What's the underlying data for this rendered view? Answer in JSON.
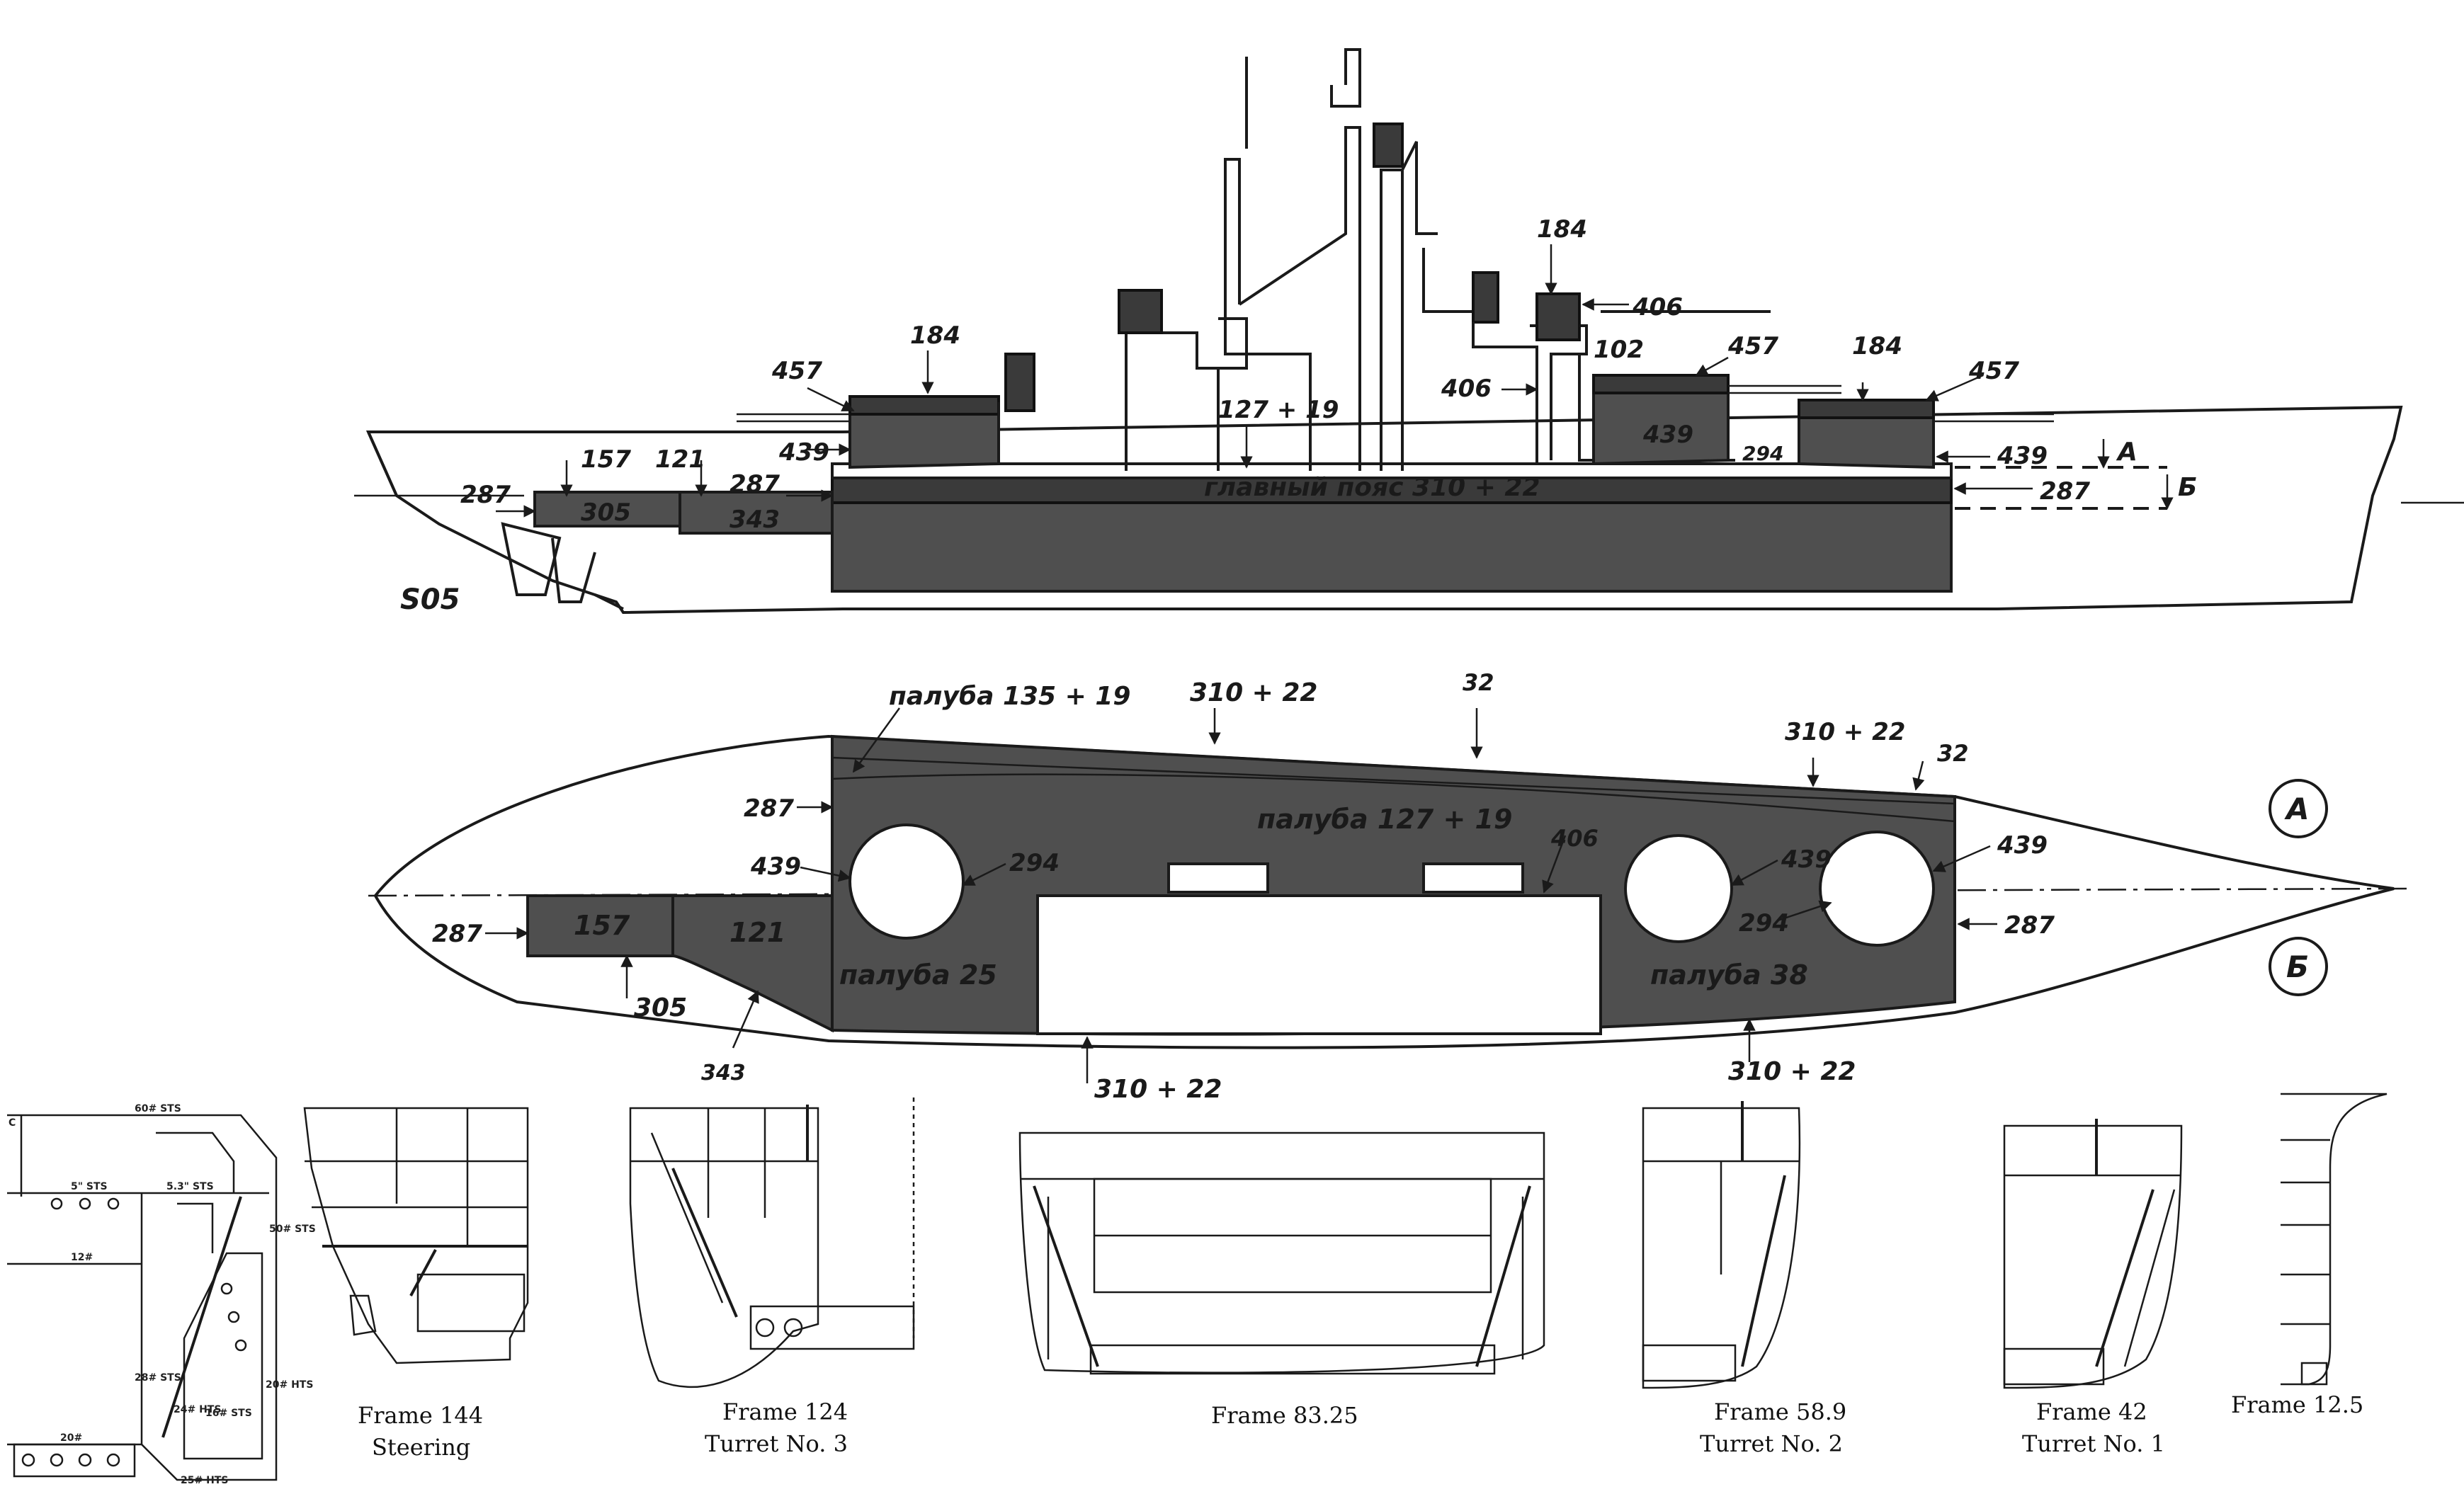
{
  "profile": {
    "belt_label": "главный пояс 310 + 22",
    "deck_label": "127 + 19",
    "callouts": {
      "l184a": "184",
      "l457a": "457",
      "l439a": "439",
      "l287a": "287",
      "l287b": "287",
      "l157": "157",
      "l121": "121",
      "l305": "305",
      "l343": "343",
      "l184b": "184",
      "l406a": "406",
      "l406b": "406",
      "l102": "102",
      "l457b": "457",
      "l439b": "439",
      "l184c": "184",
      "l457c": "457",
      "l294": "294",
      "l439c": "439",
      "l287c": "287",
      "lA": "А",
      "lB": "Б",
      "code": "S05"
    }
  },
  "plan": {
    "deck_upper": "палуба 135 + 19",
    "deck_main": "палуба 127 + 19",
    "deck_25": "палуба 25",
    "deck_38": "палуба 38",
    "callouts": {
      "t31022a": "310 + 22",
      "t32a": "32",
      "t31022b": "310 + 22",
      "t32b": "32",
      "t287a": "287",
      "t439a": "439",
      "t294a": "294",
      "t406": "406",
      "t439b": "439",
      "t439c": "439",
      "t294b": "294",
      "t287b": "287",
      "t287c": "287",
      "t157": "157",
      "t121": "121",
      "t305": "305",
      "t343": "343",
      "t31022c": "310 + 22",
      "t31022d": "310 + 22"
    },
    "circleA": "А",
    "circleB": "Б"
  },
  "sections": {
    "s1": {
      "labels": [
        "60# STS",
        "5\" STS",
        "5.3\" STS",
        "12#",
        "50# STS",
        "20#",
        "25# HTS",
        "20# HTS",
        "28# STS",
        "24# HTS",
        "16# STS",
        "C"
      ]
    },
    "s2": {
      "caption1": "Frame 144",
      "caption2": "Steering"
    },
    "s3": {
      "caption1": "Frame 124",
      "caption2": "Turret No. 3"
    },
    "s4": {
      "caption1": "Frame 83.25"
    },
    "s5": {
      "caption1": "Frame 58.9",
      "caption2": "Turret No. 2"
    },
    "s6": {
      "caption1": "Frame 42",
      "caption2": "Turret No. 1"
    },
    "s7": {
      "caption1": "Frame 12.5"
    }
  }
}
